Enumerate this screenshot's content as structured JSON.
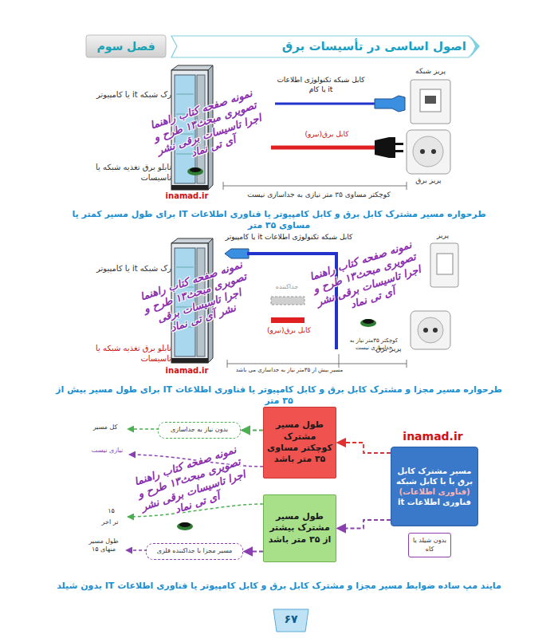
{
  "diagram": {
    "title": "اصول اساسی در تأسیسات برق",
    "nodes": [
      {
        "text": [
          "فصل سوم"
        ]
      },
      {
        "text": [
          "مسیر مشترک کابل برق با با کابل شبکه",
          "(فناوری اطلاعات)",
          "فناوری اطلاعات it"
        ]
      },
      {
        "text": [
          "بدون شیلد یا کاه"
        ]
      },
      {
        "text": [
          "طول مسیر مشترک کوچکتر مساوی ۳۵ متر باشد"
        ]
      },
      {
        "text": [
          "طول مسیر مشترک بیشتر از ۳۵ متر باشد"
        ]
      },
      {
        "text": [
          "بدون نیاز به جداسازی"
        ]
      },
      {
        "text": [
          "مسیر مجزا با جداکننده فلزی"
        ]
      }
    ],
    "edges": [
      {
        "from": 1,
        "to": 3,
        "arrow": "to"
      },
      {
        "from": 1,
        "to": 4,
        "arrow": "to"
      },
      {
        "from": 3,
        "to": 5,
        "arrow": "to"
      },
      {
        "from": 4,
        "to": 6,
        "arrow": "to"
      }
    ],
    "labels": [
      "رک شبکه it یا کامپیوتر",
      "تابلو برق تغذیه شبکه یا تاسیسات",
      "کابل شبکه تکنولوژی اطلاعات it یا کام",
      "پریز شبکه",
      "کابل برق(نیرو)",
      "پریز برق",
      "کوچکتر مساوی ۳۵ متر نیازی به جداسازی نیست",
      "نمونه صفحه کتاب راهنما تصویری مبحث۱۳ طرح و اجرا تاسیسات برقی نشر آی تی نماد",
      "inamad.ir",
      "طرحواره مسیر مشترک کابل برق و کابل کامپیوتر یا فناوری اطلاعات IT برای طول مسیر کمتر یا مساوی ۳۵ متر",
      "کابل شبکه تکنولوژی اطلاعات it یا کامپیوتر",
      "رک شبکه it یا کامپیوتر",
      "جداکننده",
      "کابل برق(نیرو)",
      "پریز",
      "پریز برق",
      "تابلو برق تغذیه شبکه یا تاسیسات",
      "نمونه صفحه کتاب راهنما تصویری مبحث۱۳ طرح و اجرا تاسیسات برقی نشر آی تی نماد",
      "نمونه صفحه کتاب راهنما تصویری مبحث۱۳ طرح و اجرا تاسیسات برقی نشر آی تی نماد",
      "inamad.ir",
      "کوچکتر ۳۵متر نیاز به جداسازی نیست",
      "مسیر بیش از ۳۵متر نیاز به جداسازی می باشد",
      "طرحواره مسیر  مجزا و مشترک کابل برق و کابل کامپیوتر یا فناوری اطلاعات IT برای طول مسیر بیش از ۳۵ متر",
      "inamad.ir",
      "کل مسیر",
      "نیازی نیست",
      "نمونه صفحه کتاب راهنما تصویری مبحث۱۳ طرح و اجرا تاسیسات برقی نشر آی تی نماد",
      "۱۵",
      "تر اخر",
      "طول مسیر منهای ۱۵",
      "مایند مپ ساده ضوابط مسیر  مجزا و مشترک کابل برق و کابل کامپیوتر یا فناوری اطلاعات IT بدون شیلد",
      "۶۷"
    ]
  }
}
